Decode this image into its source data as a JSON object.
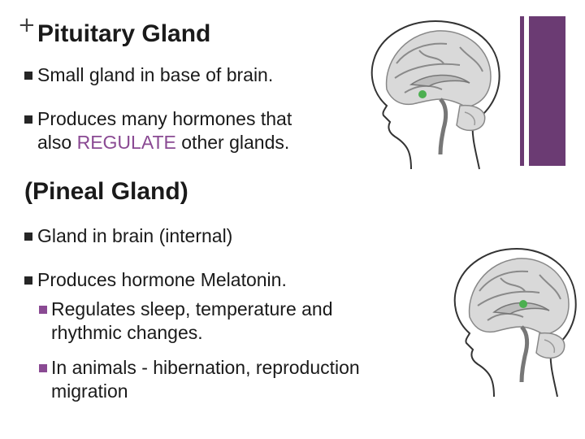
{
  "slide": {
    "plus_glyph": "+",
    "title": "Pituitary Gland",
    "pituitary_bullets": [
      {
        "text": "Small gland in base of brain."
      },
      {
        "line1": "Produces many hormones that",
        "line2_pre": "also ",
        "line2_accent": "REGULATE",
        "line2_post": " other glands."
      }
    ],
    "subtitle": "(Pineal Gland)",
    "pineal_bullets": [
      {
        "text": "Gland in brain (internal)"
      },
      {
        "text": "Produces hormone Melatonin."
      }
    ],
    "pineal_sub_bullets": [
      {
        "line1": "Regulates sleep, temperature and",
        "line2": "rhythmic changes."
      },
      {
        "line1": "In animals - hibernation, reproduction",
        "line2": "migration"
      }
    ]
  },
  "colors": {
    "accent": "#8a4a93",
    "side_bar": "#6b3b73",
    "gland_marker": "#4caf50"
  },
  "illustrations": [
    {
      "icon": "brain-sagittal-icon",
      "highlight": "pituitary gland"
    },
    {
      "icon": "brain-sagittal-icon",
      "highlight": "pineal gland"
    }
  ]
}
